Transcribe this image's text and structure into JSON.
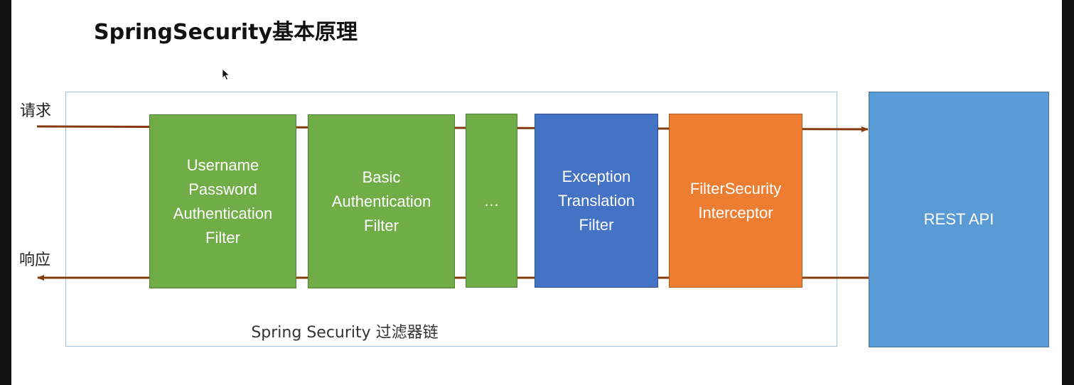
{
  "title": "SpringSecurity基本原理",
  "labels": {
    "request": "请求",
    "response": "响应",
    "chain": "Spring Security 过滤器链"
  },
  "filters": [
    {
      "text": "Username\nPassword\nAuthentication\nFilter",
      "color": "#70ad47"
    },
    {
      "text": "Basic\nAuthentication\nFilter",
      "color": "#70ad47"
    },
    {
      "text": "…",
      "color": "#70ad47"
    },
    {
      "text": "Exception\nTranslation\nFilter",
      "color": "#4472c4"
    },
    {
      "text": "FilterSecurity\nInterceptor",
      "color": "#ed7d31"
    }
  ],
  "endpoint": {
    "text": "REST API",
    "color": "#5b9bd5"
  },
  "colors": {
    "arrow": "#843c0c",
    "chain_border": "#9dc3e6"
  }
}
